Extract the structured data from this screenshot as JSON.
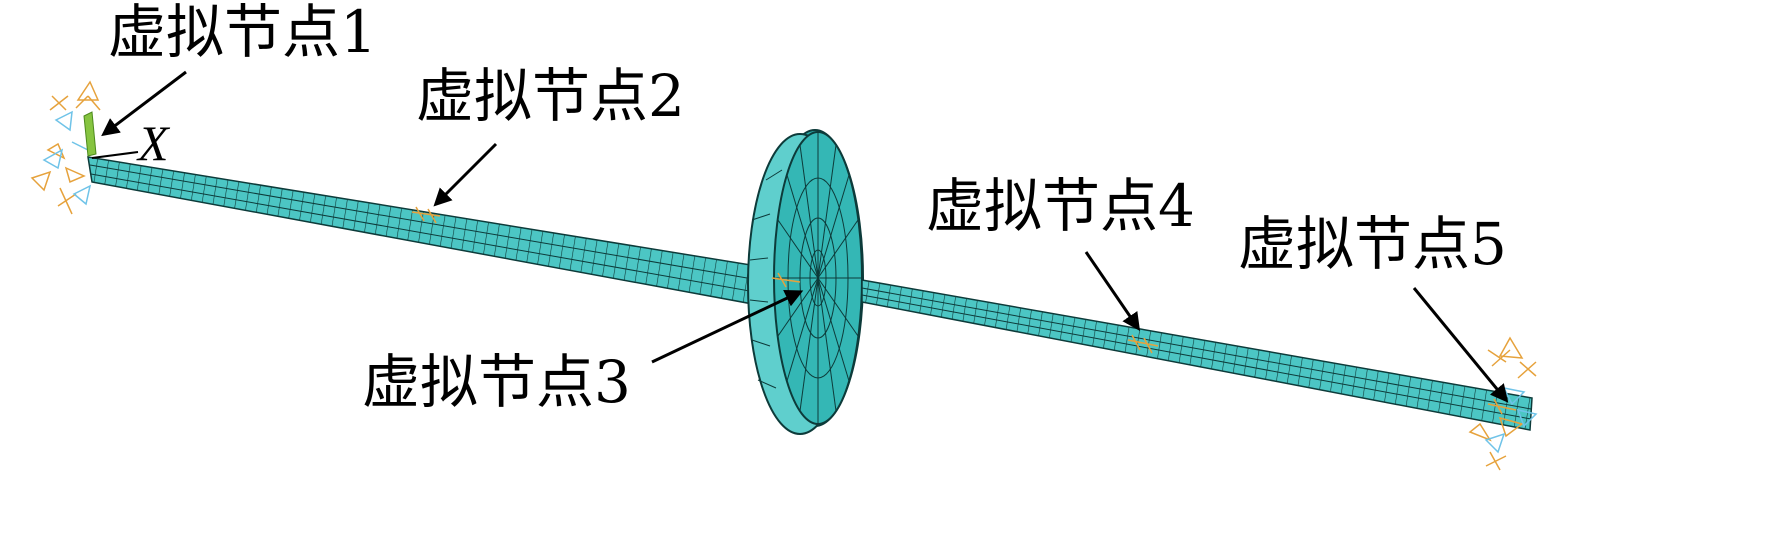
{
  "figure": {
    "labels": {
      "node1": "虚拟节点1",
      "node2": "虚拟节点2",
      "node3": "虚拟节点3",
      "node4": "虚拟节点4",
      "node5": "虚拟节点5"
    },
    "axis_label": "X"
  },
  "colors": {
    "shaft": "#4cc6c4",
    "shaft_dark": "#2aa8a6",
    "mesh_line": "#0d3b3a",
    "disk": "#34b7b5",
    "disk_rim": "#5fcfcd",
    "constraint": "#e6a23c",
    "constraint_alt": "#6fc3e8",
    "green_marker": "#86c440"
  },
  "icons": {
    "constraint_symbol": "triangle-constraint-icon",
    "arrow": "arrow-pointer-icon"
  }
}
